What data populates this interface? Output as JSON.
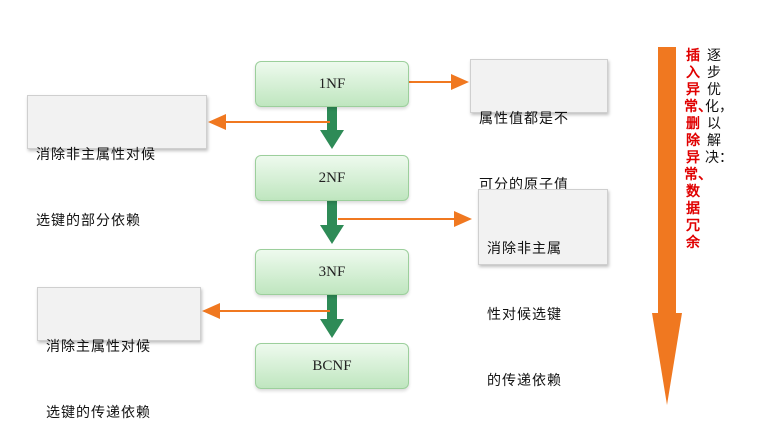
{
  "levels": [
    {
      "label": "1NF"
    },
    {
      "label": "2NF"
    },
    {
      "label": "3NF"
    },
    {
      "label": "BCNF"
    }
  ],
  "notes": {
    "n1": {
      "line1": "属性值都是不",
      "line2": "可分的原子值"
    },
    "n2": {
      "line1": "消除非主属性对候",
      "line2": "选键的部分依赖"
    },
    "n3": {
      "line1": "消除非主属",
      "line2": "性对候选键",
      "line3": "的传递依赖"
    },
    "n4": {
      "line1": "消除主属性对候",
      "line2": "选键的传递依赖"
    }
  },
  "side": {
    "black_text": "逐步优化，以解决：",
    "red_text": "插入异常、删除异常、数据冗余",
    "colors": {
      "arrow": "#f07820",
      "red": "#e00000",
      "connector": "#2e8b57"
    }
  }
}
